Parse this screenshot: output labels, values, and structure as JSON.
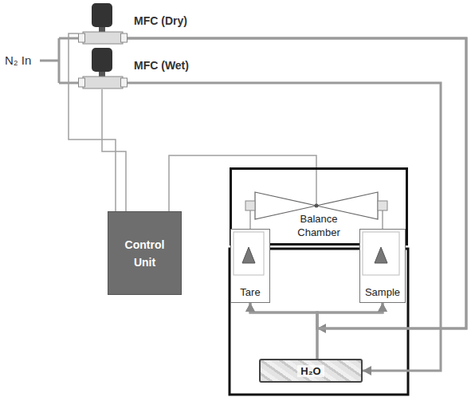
{
  "diagram": {
    "nodes": [
      {
        "text": [
          "MFC (Dry)"
        ]
      },
      {
        "text": [
          "MFC (Wet)"
        ]
      },
      {
        "text": [
          "Control Unit"
        ]
      },
      {
        "text": [
          "Balance Chamber"
        ]
      },
      {
        "text": [
          "Tare"
        ]
      },
      {
        "text": [
          "Sample"
        ]
      },
      {
        "text": [
          "H₂O"
        ]
      }
    ],
    "edges": [
      {
        "from": 0,
        "to": 4,
        "arrow": "to"
      },
      {
        "from": 0,
        "to": 5,
        "arrow": "to"
      },
      {
        "from": 1,
        "to": 6,
        "arrow": "to"
      },
      {
        "from": 6,
        "to": 4,
        "arrow": "to"
      },
      {
        "from": 6,
        "to": 5,
        "arrow": "to"
      },
      {
        "from": 2,
        "to": 0,
        "arrow": "none"
      },
      {
        "from": 2,
        "to": 1,
        "arrow": "none"
      },
      {
        "from": 2,
        "to": 3,
        "arrow": "none"
      }
    ],
    "labels": [
      "N₂ In"
    ]
  }
}
